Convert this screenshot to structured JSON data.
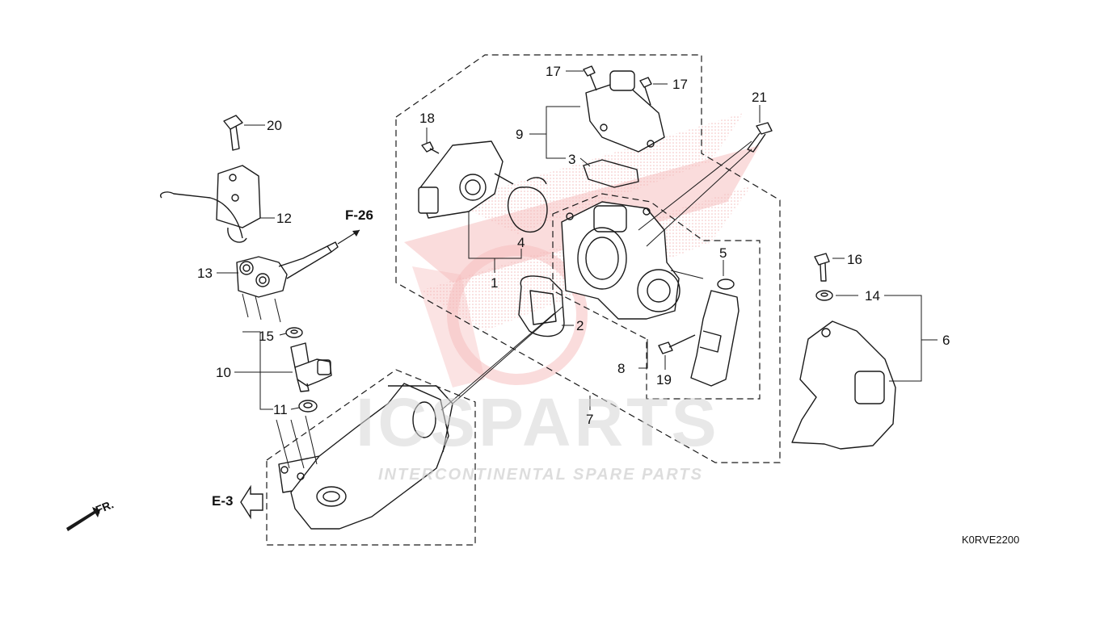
{
  "diagram": {
    "code": "K0RVE2200",
    "front_marker": "FR.",
    "refs": {
      "f26": "F-26",
      "e3": "E-3"
    },
    "callouts": {
      "c1": "1",
      "c2": "2",
      "c3": "3",
      "c4": "4",
      "c5": "5",
      "c6": "6",
      "c7": "7",
      "c8": "8",
      "c9": "9",
      "c10": "10",
      "c11": "11",
      "c12": "12",
      "c13": "13",
      "c14": "14",
      "c15": "15",
      "c16": "16",
      "c17a": "17",
      "c17b": "17",
      "c18": "18",
      "c19": "19",
      "c20": "20",
      "c21": "21"
    },
    "watermark": {
      "brand": "ICSPARTS",
      "tagline": "INTERCONTINENTAL SPARE PARTS"
    },
    "colors": {
      "line": "#1a1a1a",
      "watermark_red": "#e43b3b",
      "watermark_grey": "#d6d6d6"
    }
  }
}
